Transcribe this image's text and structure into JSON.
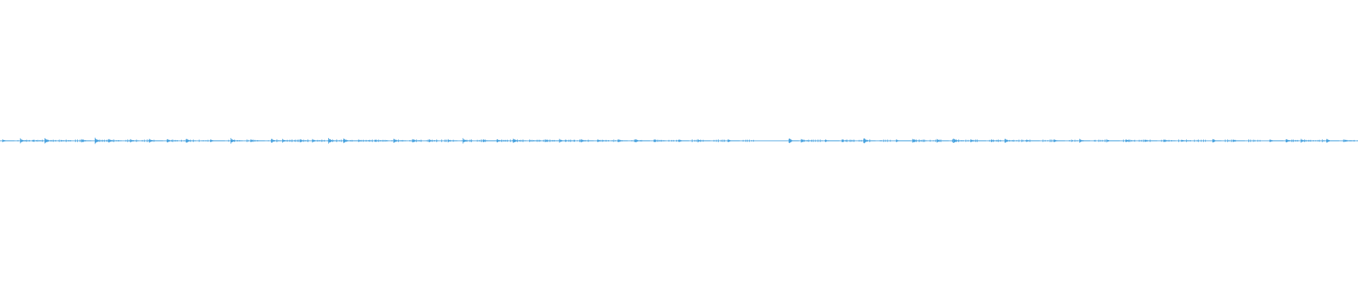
{
  "waveform": {
    "color": "#4aa3df",
    "background": "#ffffff",
    "amplitude_scale": 0.02,
    "bursts": [
      {
        "t": 0.002,
        "a": 0.3
      },
      {
        "t": 0.015,
        "a": 0.45
      },
      {
        "t": 0.024,
        "a": 0.2
      },
      {
        "t": 0.033,
        "a": 0.55
      },
      {
        "t": 0.045,
        "a": 0.2
      },
      {
        "t": 0.06,
        "a": 0.4
      },
      {
        "t": 0.07,
        "a": 0.55
      },
      {
        "t": 0.08,
        "a": 0.4
      },
      {
        "t": 0.096,
        "a": 0.35
      },
      {
        "t": 0.11,
        "a": 0.4
      },
      {
        "t": 0.123,
        "a": 0.35
      },
      {
        "t": 0.137,
        "a": 0.45
      },
      {
        "t": 0.155,
        "a": 0.35
      },
      {
        "t": 0.17,
        "a": 0.55
      },
      {
        "t": 0.185,
        "a": 0.25
      },
      {
        "t": 0.2,
        "a": 0.45
      },
      {
        "t": 0.208,
        "a": 0.35
      },
      {
        "t": 0.221,
        "a": 0.35
      },
      {
        "t": 0.23,
        "a": 0.35
      },
      {
        "t": 0.242,
        "a": 0.55
      },
      {
        "t": 0.253,
        "a": 0.5
      },
      {
        "t": 0.264,
        "a": 0.25
      },
      {
        "t": 0.276,
        "a": 0.25
      },
      {
        "t": 0.29,
        "a": 0.45
      },
      {
        "t": 0.304,
        "a": 0.3
      },
      {
        "t": 0.316,
        "a": 0.3
      },
      {
        "t": 0.33,
        "a": 0.3
      },
      {
        "t": 0.341,
        "a": 0.5
      },
      {
        "t": 0.356,
        "a": 0.3
      },
      {
        "t": 0.366,
        "a": 0.4
      },
      {
        "t": 0.378,
        "a": 0.45
      },
      {
        "t": 0.39,
        "a": 0.2
      },
      {
        "t": 0.402,
        "a": 0.25
      },
      {
        "t": 0.412,
        "a": 0.35
      },
      {
        "t": 0.428,
        "a": 0.3
      },
      {
        "t": 0.44,
        "a": 0.3
      },
      {
        "t": 0.455,
        "a": 0.35
      },
      {
        "t": 0.468,
        "a": 0.4
      },
      {
        "t": 0.482,
        "a": 0.25
      },
      {
        "t": 0.5,
        "a": 0.3
      },
      {
        "t": 0.514,
        "a": 0.3
      },
      {
        "t": 0.536,
        "a": 0.35
      },
      {
        "t": 0.581,
        "a": 0.55
      },
      {
        "t": 0.59,
        "a": 0.4
      },
      {
        "t": 0.608,
        "a": 0.25
      },
      {
        "t": 0.62,
        "a": 0.3
      },
      {
        "t": 0.636,
        "a": 0.6
      },
      {
        "t": 0.66,
        "a": 0.3
      },
      {
        "t": 0.672,
        "a": 0.45
      },
      {
        "t": 0.69,
        "a": 0.35
      },
      {
        "t": 0.702,
        "a": 0.5
      },
      {
        "t": 0.715,
        "a": 0.3
      },
      {
        "t": 0.73,
        "a": 0.25
      },
      {
        "t": 0.74,
        "a": 0.45
      },
      {
        "t": 0.756,
        "a": 0.25
      },
      {
        "t": 0.776,
        "a": 0.35
      },
      {
        "t": 0.795,
        "a": 0.4
      },
      {
        "t": 0.815,
        "a": 0.3
      },
      {
        "t": 0.829,
        "a": 0.3
      },
      {
        "t": 0.843,
        "a": 0.3
      },
      {
        "t": 0.857,
        "a": 0.35
      },
      {
        "t": 0.87,
        "a": 0.25
      },
      {
        "t": 0.893,
        "a": 0.4
      },
      {
        "t": 0.908,
        "a": 0.25
      },
      {
        "t": 0.935,
        "a": 0.3
      },
      {
        "t": 0.947,
        "a": 0.4
      },
      {
        "t": 0.958,
        "a": 0.35
      },
      {
        "t": 0.977,
        "a": 0.4
      },
      {
        "t": 0.99,
        "a": 0.3
      }
    ]
  }
}
